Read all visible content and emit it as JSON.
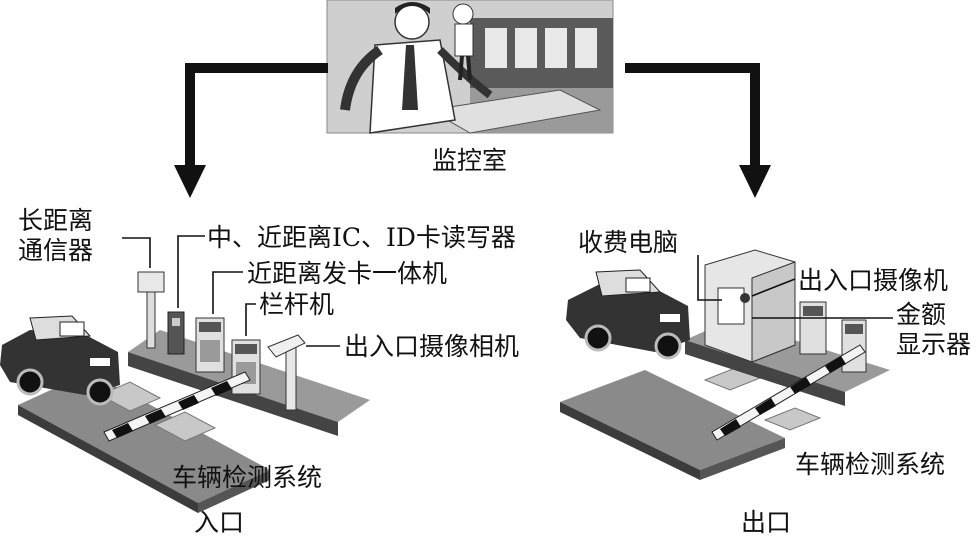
{
  "monitor_room": {
    "label": "监控室"
  },
  "entrance": {
    "caption": "入口",
    "long_range_comm": [
      "长距离",
      "通信器"
    ],
    "ic_reader": "中、近距离IC、ID卡读写器",
    "card_issuer": "近距离发卡一体机",
    "barrier": "栏杆机",
    "camera": "出入口摄像相机",
    "vehicle_detection": "车辆检测系统"
  },
  "exit": {
    "caption": "出口",
    "toll_computer": "收费电脑",
    "camera": "出入口摄像机",
    "amount_display": [
      "金额",
      "显示器"
    ],
    "vehicle_detection": "车辆检测系统"
  },
  "colors": {
    "ink": "#111111",
    "mid_gray": "#8a8a8a",
    "light_gray": "#c8c8c8",
    "dark_gray": "#3c3c3c",
    "background": "#ffffff"
  }
}
